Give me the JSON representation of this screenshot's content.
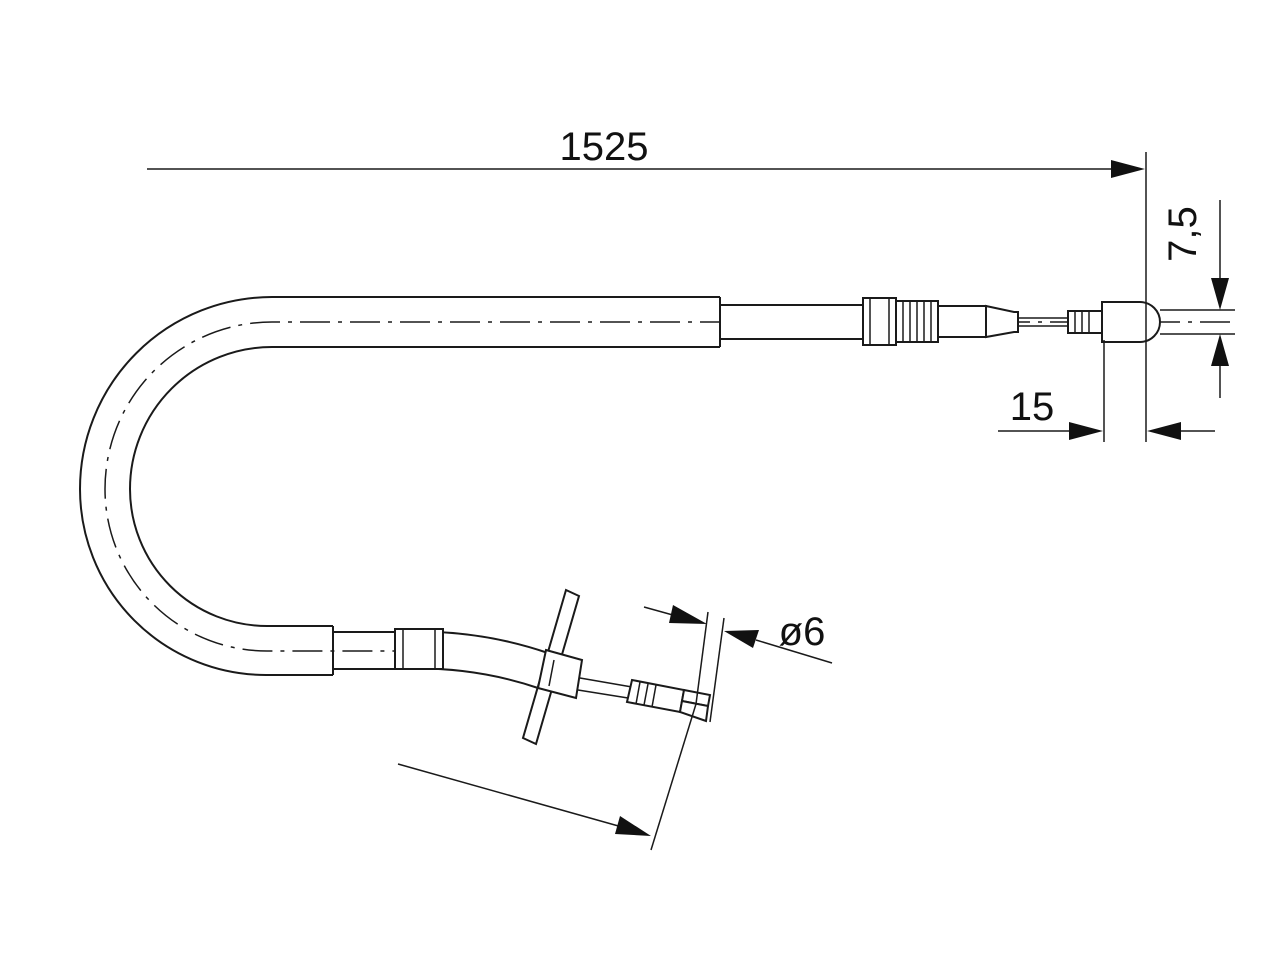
{
  "dimensions": {
    "overall_length": "1525",
    "end_offset": "7,5",
    "end_length": "15",
    "diameter": "ø6"
  }
}
